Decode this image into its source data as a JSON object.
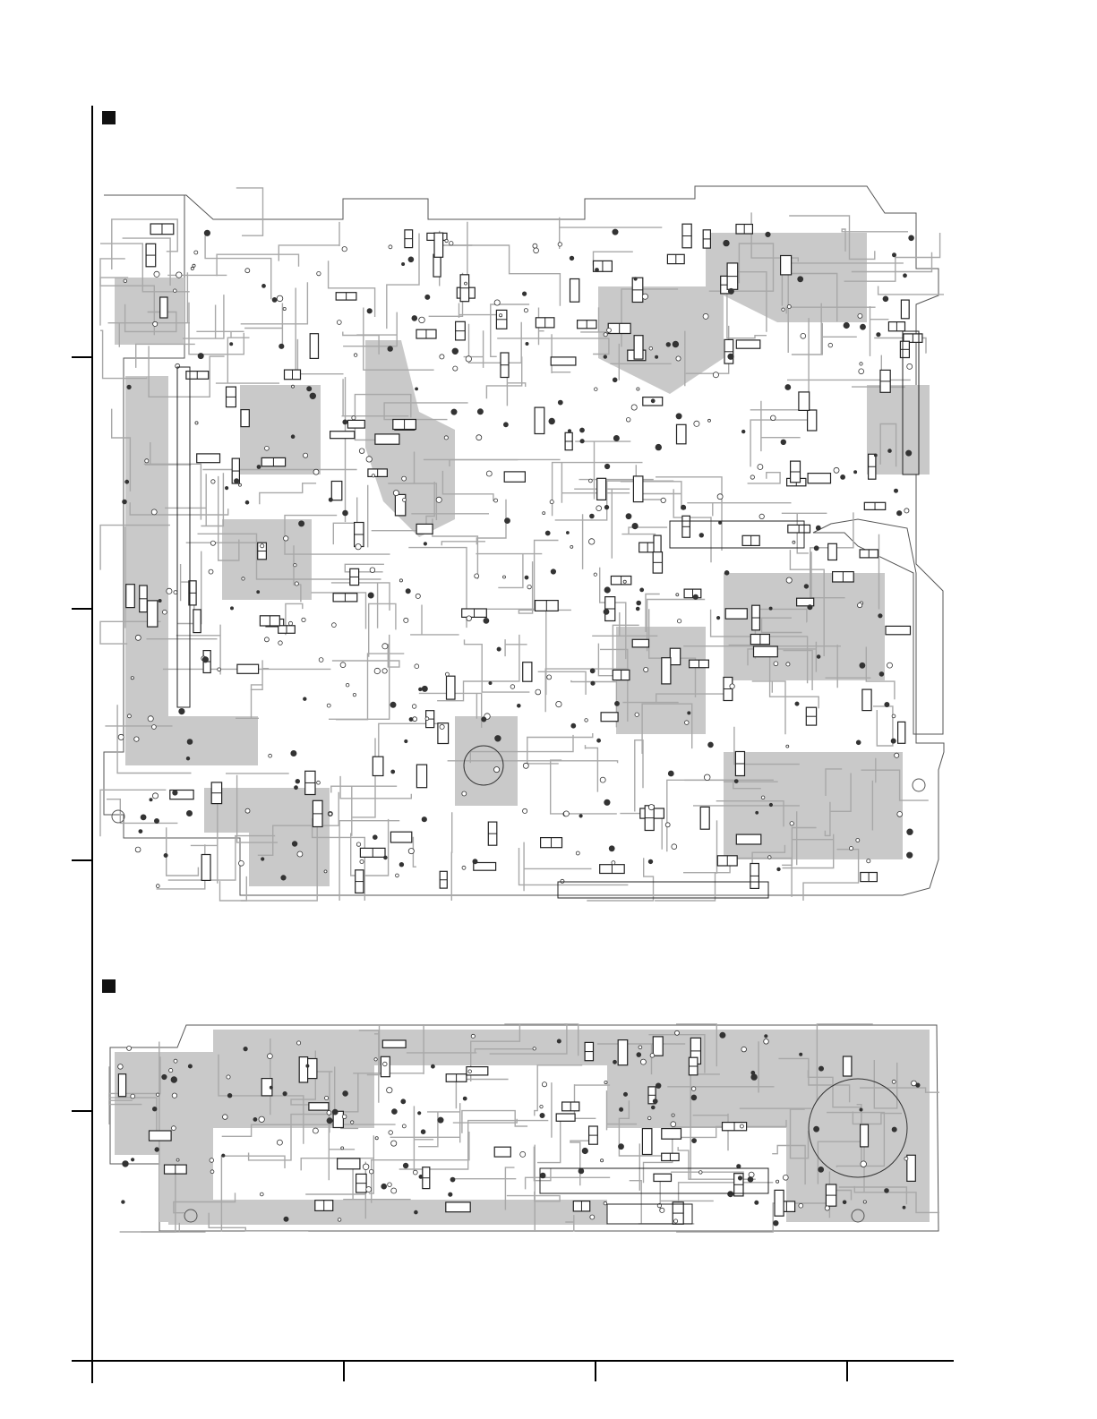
{
  "page": {
    "footer_text": ""
  },
  "colors": {
    "copper": "#c9c9c9",
    "trace": "#a8a8a8",
    "outline": "#555555",
    "component": "#222222",
    "background": "#ffffff"
  },
  "sections": [
    {
      "id": "main-board",
      "marker": "square",
      "label": ""
    },
    {
      "id": "front-board",
      "marker": "square",
      "label": ""
    }
  ]
}
